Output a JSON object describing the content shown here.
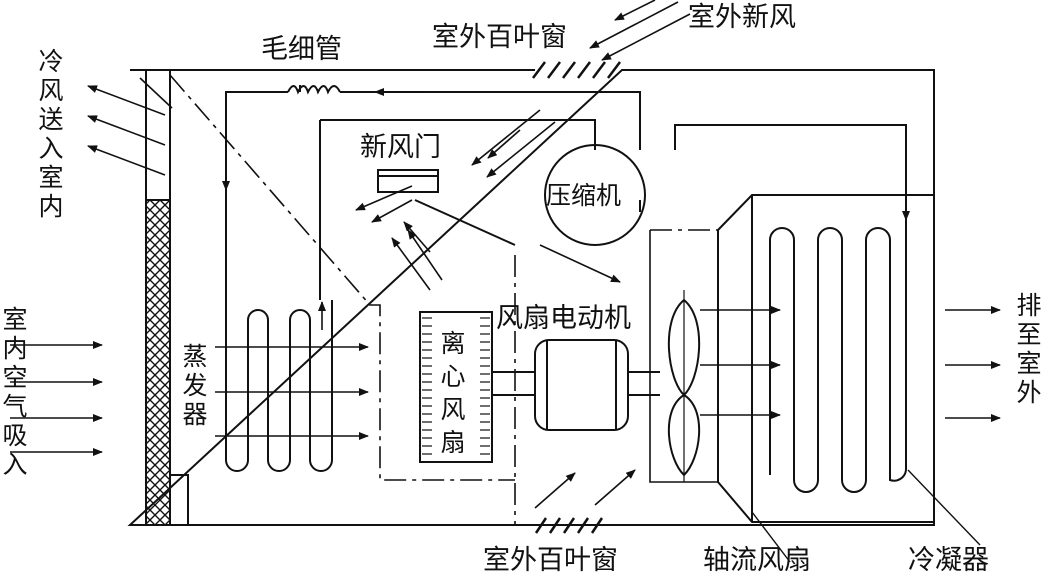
{
  "labels": {
    "capillary": "毛细管",
    "louver_top": "室外百叶窗",
    "fresh_air": "室外新风",
    "cold_air_out": "冷风送入室内",
    "fresh_air_door": "新风门",
    "compressor": "压缩机",
    "fan_motor": "风扇电动机",
    "indoor_air_in": "室内空气吸入",
    "evaporator": "蒸发器",
    "centrifugal_fan": "离心风扇",
    "exhaust_out": "排至室外",
    "louver_bottom": "室外百叶窗",
    "axial_fan": "轴流风扇",
    "condenser": "冷凝器"
  },
  "colors": {
    "line": "#111111",
    "background": "#ffffff"
  }
}
